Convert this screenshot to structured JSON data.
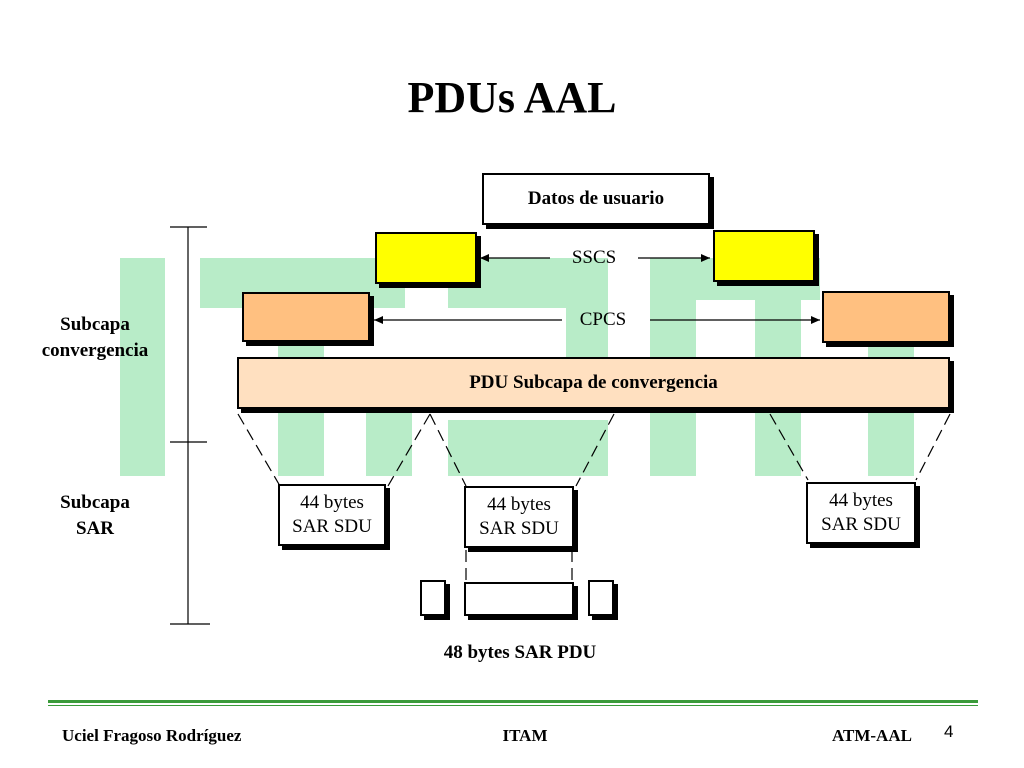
{
  "slide": {
    "title": "PDUs AAL",
    "user_data_label": "Datos de usuario",
    "sscs_label": "SSCS",
    "cpcs_label": "CPCS",
    "pdu_conv_label": "PDU Subcapa de convergencia",
    "left_labels": {
      "convergence": [
        "Subcapa",
        "convergencia"
      ],
      "sar": [
        "Subcapa",
        "SAR"
      ]
    },
    "sar_sdu_boxes": [
      {
        "line1": "44 bytes",
        "line2": "SAR SDU"
      },
      {
        "line1": "44 bytes",
        "line2": "SAR SDU"
      },
      {
        "line1": "44 bytes",
        "line2": "SAR SDU"
      }
    ],
    "sar_pdu_label": "48 bytes SAR PDU",
    "colors": {
      "sscs_fill": "#ffff00",
      "cpcs_fill": "#ffc080",
      "pdu_fill": "#ffe0c0",
      "background_logo": "#b8ecc8",
      "footer_rule": "#3a9a3a"
    },
    "background_logo_icon": "itam-logo-watermark"
  },
  "footer": {
    "author": "Uciel Fragoso Rodríguez",
    "institution": "ITAM",
    "course": "ATM-AAL",
    "page": "4"
  }
}
